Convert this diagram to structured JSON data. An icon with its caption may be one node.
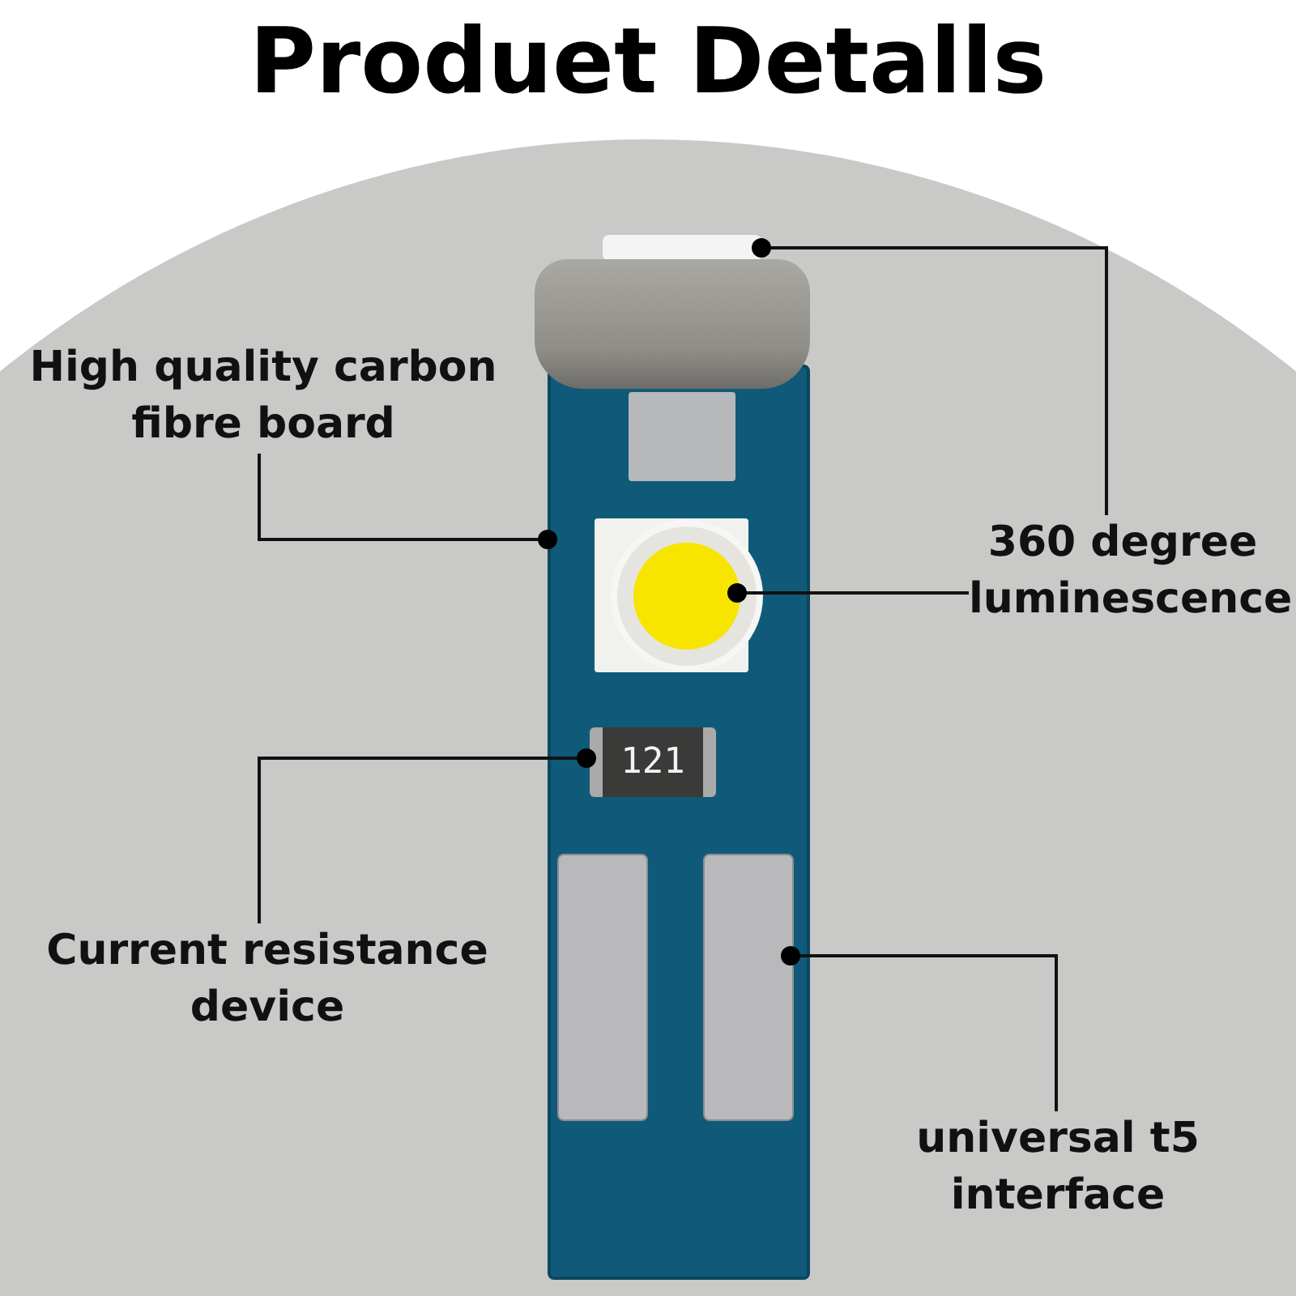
{
  "diagram": {
    "title": "Produet Detalls",
    "nodes": [
      {
        "text": [
          "High quality carbon fibre board"
        ]
      },
      {
        "text": [],
        "shape": "box"
      },
      {
        "text": [
          "360 degree luminescence"
        ]
      },
      {
        "text": [],
        "shape": "box"
      },
      {
        "text": [],
        "shape": "box"
      },
      {
        "text": [],
        "shape": "circle",
        "in": 1
      },
      {
        "text": [
          "Current resistance device"
        ]
      },
      {
        "text": [
          "121"
        ],
        "in": 1
      },
      {
        "text": [
          "universal t5 interface"
        ]
      },
      {
        "text": [],
        "shape": "box",
        "in": 1
      },
      {
        "text": [],
        "shape": "box",
        "in": 1
      }
    ],
    "edges": [
      {
        "from": 0,
        "to": 1,
        "arrow": "other"
      },
      {
        "from": 2,
        "to": 3,
        "arrow": "other"
      },
      {
        "from": 2,
        "to": 5,
        "arrow": "other"
      },
      {
        "from": 6,
        "to": 7,
        "arrow": "other"
      },
      {
        "from": 8,
        "to": 10,
        "arrow": "other"
      }
    ]
  }
}
